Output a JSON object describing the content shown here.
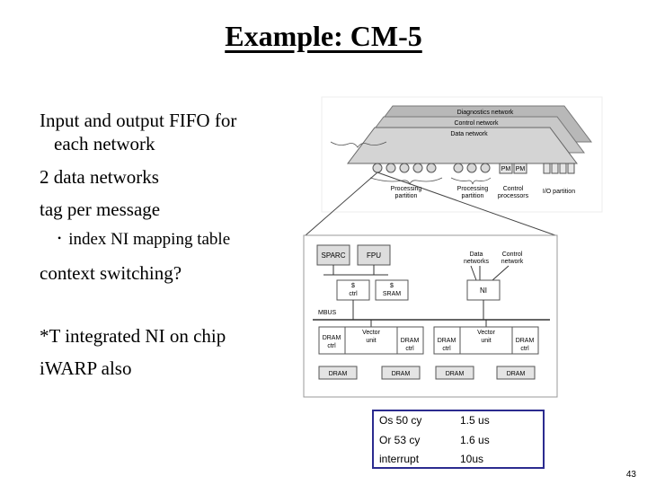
{
  "slide": {
    "title": "Example: CM-5",
    "bullets": [
      {
        "line1": "Input and output FIFO for",
        "line2": "each network"
      },
      {
        "line1": "2 data networks"
      },
      {
        "line1": "tag per message"
      },
      {
        "sub": "index NI mapping table"
      },
      {
        "line1": "context switching?"
      },
      {
        "line1": "*T integrated NI on chip"
      },
      {
        "line1": "iWARP also"
      }
    ],
    "page_number": "43"
  },
  "diagram": {
    "networks": [
      "Diagnostics network",
      "Control network",
      "Data network"
    ],
    "pm_labels": [
      "PM",
      "PM"
    ],
    "partitions": [
      "Processing partition",
      "Processing partition",
      "Control processors",
      "I/O partition"
    ],
    "node": {
      "sparc": "SPARC",
      "fpu": "FPU",
      "data_networks": "Data networks",
      "control_network": "Control network",
      "s_ctrl": "$ ctrl",
      "s_sram": "$ SRAM",
      "ni": "NI",
      "mbus": "MBUS",
      "dram_ctrl": "DRAM ctrl",
      "vector_unit": "Vector unit",
      "dram": "DRAM"
    }
  },
  "latency_table": {
    "rows": [
      {
        "label": "Os   50 cy",
        "value": "1.5 us"
      },
      {
        "label": "Or   53 cy",
        "value": "1.6 us"
      },
      {
        "label": "interrupt",
        "value": "10us"
      }
    ]
  }
}
